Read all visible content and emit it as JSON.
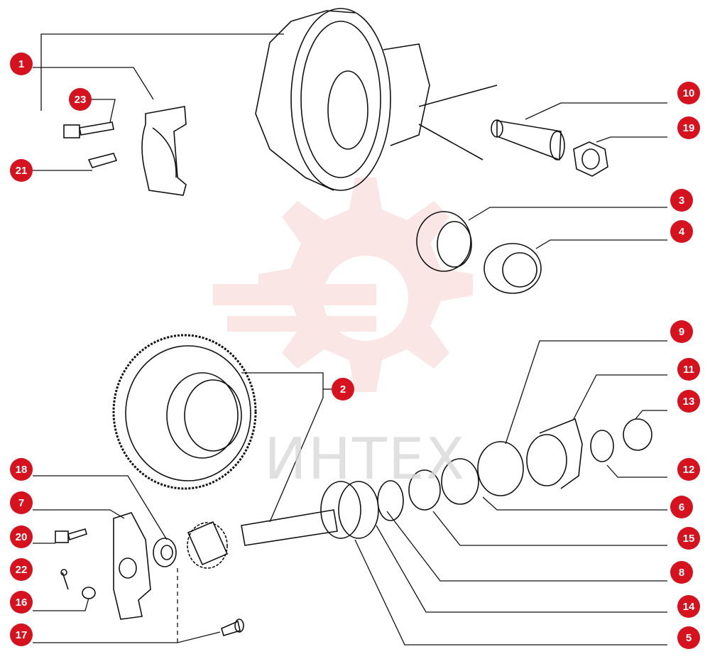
{
  "diagram": {
    "watermark": "ИНТЕХ",
    "callout_color": "#d6121f",
    "watermark_color": "#f4b8b8",
    "callouts": [
      "1",
      "23",
      "21",
      "10",
      "19",
      "3",
      "4",
      "9",
      "2",
      "11",
      "13",
      "12",
      "6",
      "15",
      "8",
      "14",
      "5",
      "18",
      "7",
      "20",
      "22",
      "16",
      "17"
    ]
  }
}
